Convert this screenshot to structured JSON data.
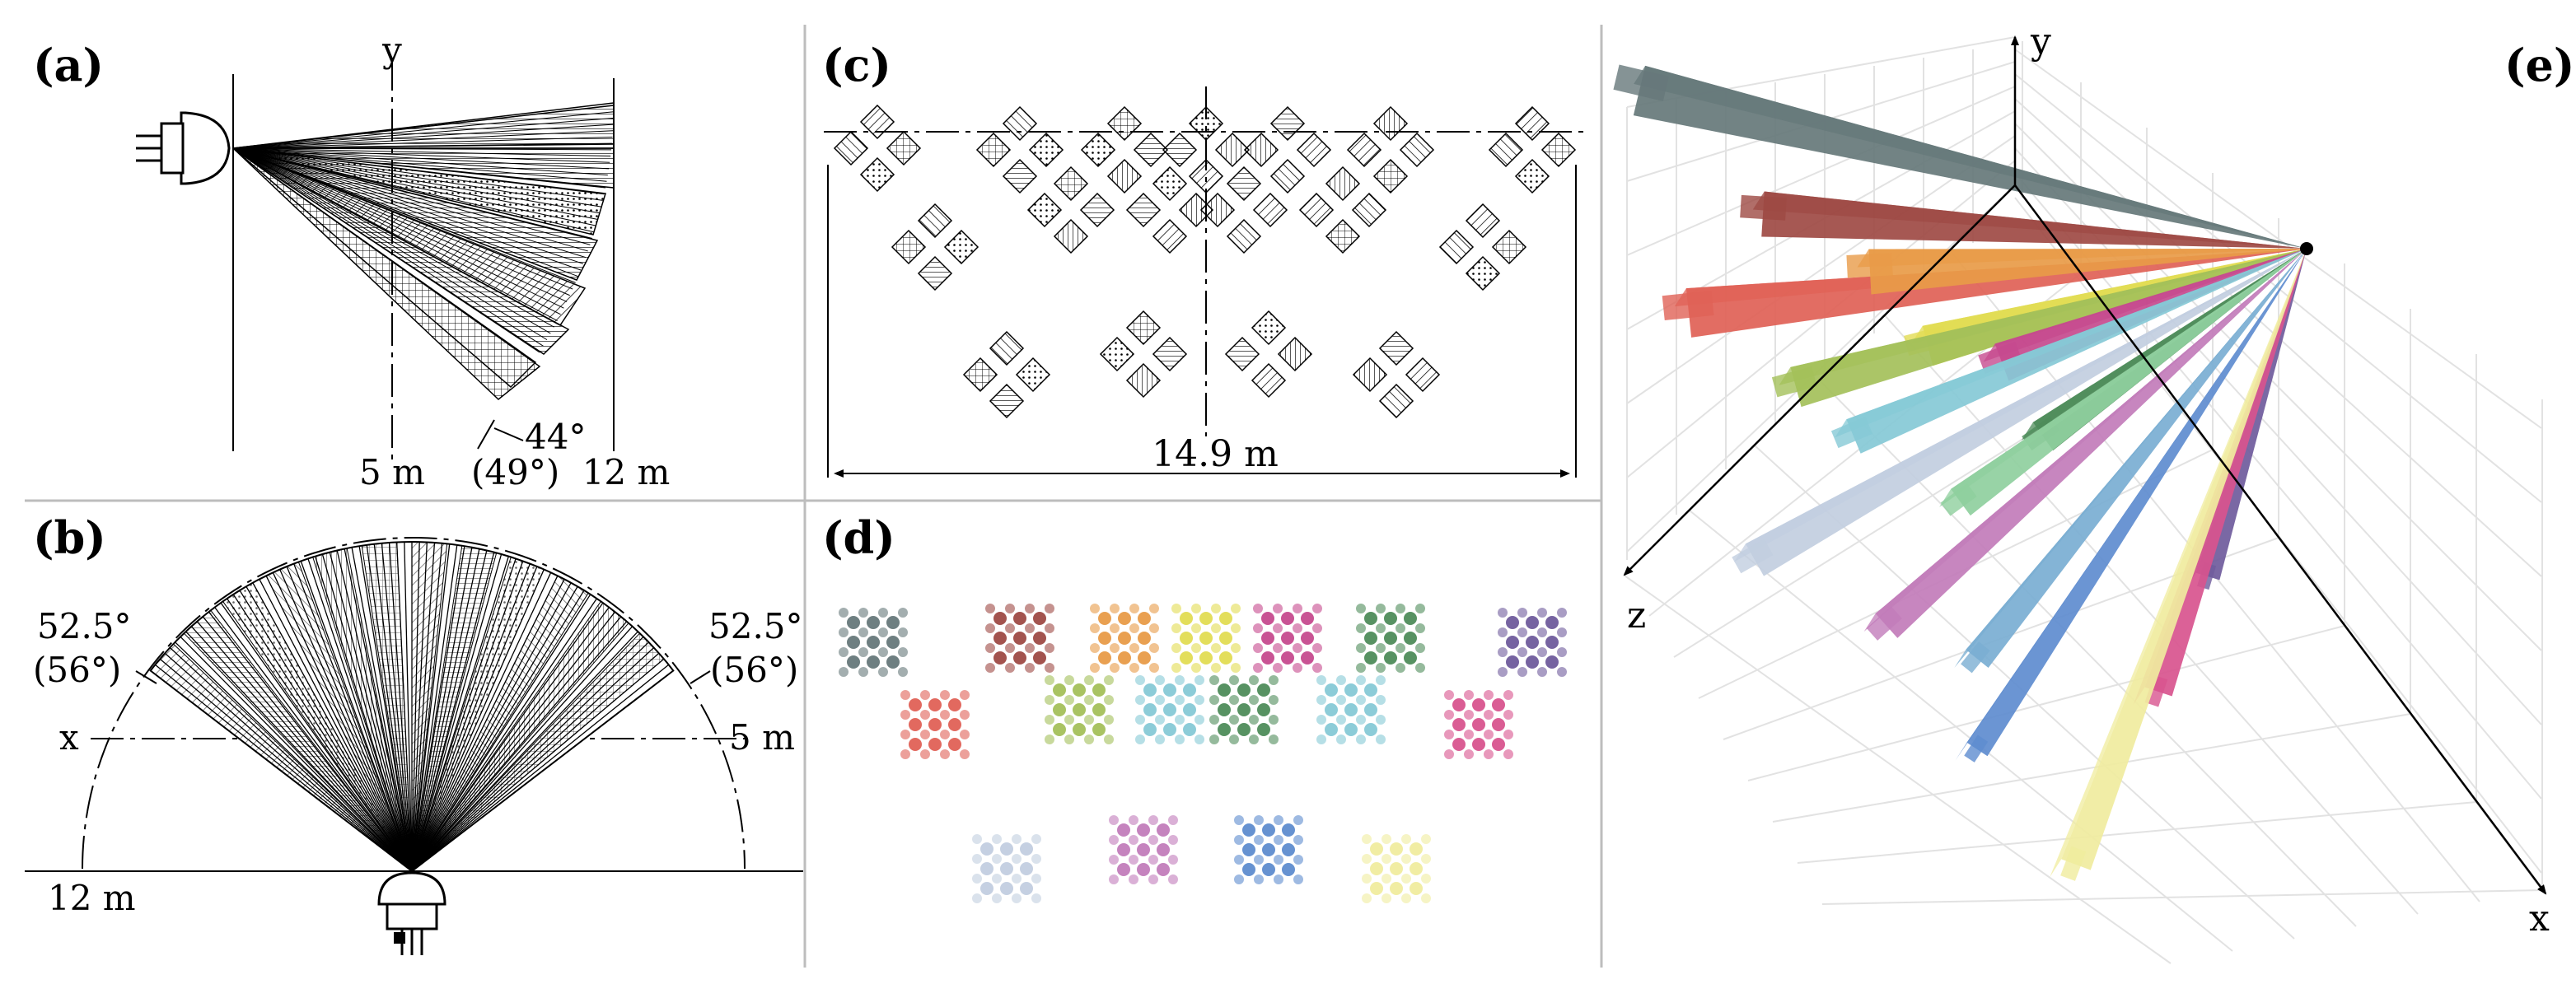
{
  "panels": {
    "a": {
      "label": "(a)",
      "axis_y": "y",
      "dist_5": "5 m",
      "dist_12": "12 m",
      "angle_outer": "44°",
      "angle_outer_alt": "(49°)"
    },
    "b": {
      "label": "(b)",
      "angle_left": "52.5°",
      "angle_left_alt": "(56°)",
      "angle_right": "52.5°",
      "angle_right_alt": "(56°)",
      "axis_x": "x",
      "dist_5": "5 m",
      "dist_12": "12 m"
    },
    "c": {
      "label": "(c)",
      "width": "14.9 m"
    },
    "d": {
      "label": "(d)"
    },
    "e": {
      "label": "(e)",
      "axis_x": "x",
      "axis_y": "y",
      "axis_z": "z"
    }
  },
  "colors": {
    "zone_palette": [
      "#66787a",
      "#9e4a44",
      "#e06156",
      "#e89b48",
      "#e2dc52",
      "#a4c05a",
      "#c64a8e",
      "#86c9d6",
      "#4e8c5a",
      "#8fcf9e",
      "#c2cee0",
      "#7aaed2",
      "#c27cba",
      "#5e8ccf",
      "#6f5b9c",
      "#f0ec9e",
      "#d8548e"
    ]
  }
}
